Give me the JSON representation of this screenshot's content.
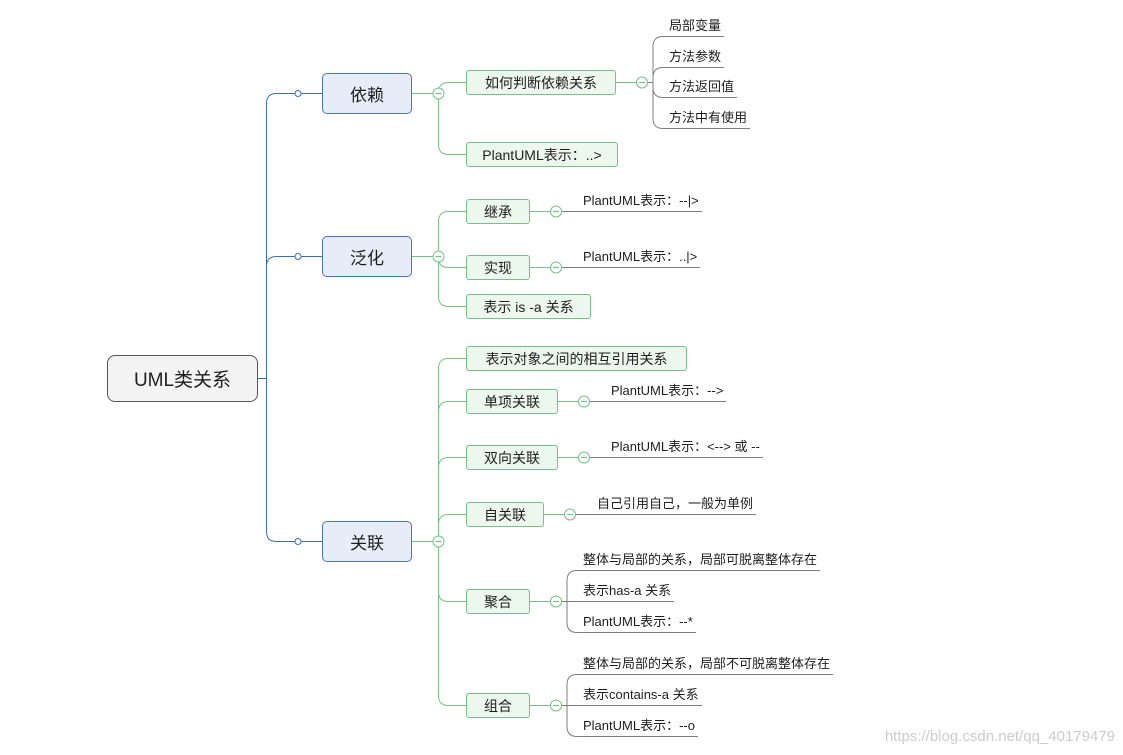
{
  "root": {
    "label": "UML类关系"
  },
  "branches": [
    {
      "label": "依赖",
      "topics": [
        {
          "label": "如何判断依赖关系",
          "details": [
            "局部变量",
            "方法参数",
            "方法返回值",
            "方法中有使用"
          ]
        },
        {
          "label": "PlantUML表示：..>",
          "details": []
        }
      ]
    },
    {
      "label": "泛化",
      "topics": [
        {
          "label": "继承",
          "details": [
            "PlantUML表示：--|>"
          ]
        },
        {
          "label": "实现",
          "details": [
            "PlantUML表示：..|>"
          ]
        },
        {
          "label": "表示 is -a 关系",
          "details": []
        }
      ]
    },
    {
      "label": "关联",
      "topics": [
        {
          "label": "表示对象之间的相互引用关系",
          "details": []
        },
        {
          "label": "单项关联",
          "details": [
            "PlantUML表示：-->"
          ]
        },
        {
          "label": "双向关联",
          "details": [
            "PlantUML表示：<--> 或 --"
          ]
        },
        {
          "label": "自关联",
          "details": [
            "自己引用自己，一般为单例"
          ]
        },
        {
          "label": "聚合",
          "details": [
            "整体与局部的关系，局部可脱离整体存在",
            "表示has-a 关系",
            "PlantUML表示：--*"
          ]
        },
        {
          "label": "组合",
          "details": [
            "整体与局部的关系，局部不可脱离整体存在",
            "表示contains-a 关系",
            "PlantUML表示：--o"
          ]
        }
      ]
    }
  ],
  "watermark": "https://blog.csdn.net/qq_40179479",
  "colors": {
    "root_fill": "#f3f3f3",
    "root_border": "#555555",
    "branch_fill": "#e6edf8",
    "branch_border": "#4a74b4",
    "trunk_line": "#3f6fb3",
    "topic_fill": "#ecf7ee",
    "topic_border": "#78c08a",
    "topic_line": "#78c08a",
    "detail_line": "#7f7f7f",
    "watermark": "#cccccc"
  }
}
